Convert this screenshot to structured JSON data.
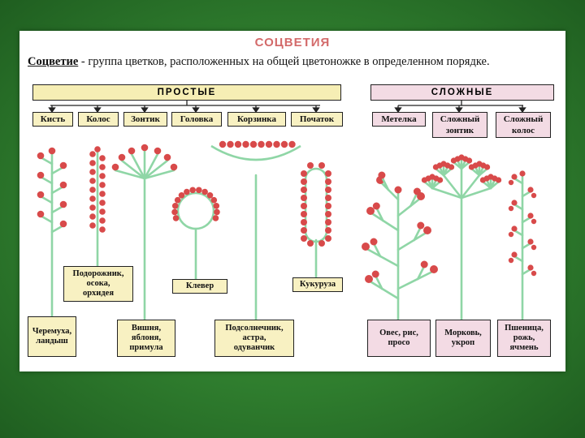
{
  "title": "СОЦВЕТИЯ",
  "definition": {
    "term": "Соцветие",
    "text": " - группа цветков, расположенных на общей цветоножке в определенном порядке."
  },
  "groups": {
    "simple": "ПРОСТЫЕ",
    "complex": "СЛОЖНЫЕ"
  },
  "simple_types": [
    "Кисть",
    "Колос",
    "Зонтик",
    "Головка",
    "Корзинка",
    "Початок"
  ],
  "complex_types": [
    "Метелка",
    "Сложный\nзонтик",
    "Сложный\nколос"
  ],
  "examples": {
    "raceme": "Черемуха,\nландыш",
    "spike": "Подорожник,\nосока,\nорхидея",
    "umbel": "Вишня,\nяблоня,\nпримула",
    "head": "Клевер",
    "capitulum": "Подсолнечник,\nастра,\nодуванчик",
    "spadix": "Кукуруза",
    "panicle": "Овес, рис,\nпросо",
    "compound_umbel": "Морковь,\nукроп",
    "compound_spike": "Пшеница,\nрожь,\nячмень"
  },
  "colors": {
    "frame": "#2f7d2e",
    "stem": "#8fd6a6",
    "flower": "#d84a4a",
    "simple_fill": "#f6eeb4",
    "complex_fill": "#f3dbe4",
    "title": "#d36a6a"
  }
}
